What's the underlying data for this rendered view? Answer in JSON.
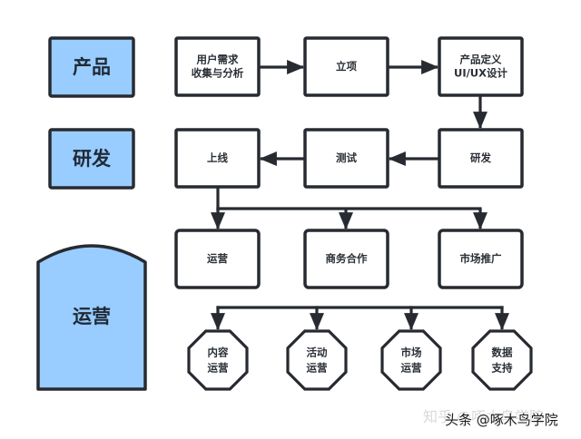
{
  "diagram": {
    "colors": {
      "stroke": "#272b31",
      "lane_fill": "#99ccff",
      "node_fill": "#ffffff",
      "text": "#2a2f36"
    },
    "lanes": [
      {
        "id": "product",
        "label": "产品",
        "shape": "rectangle"
      },
      {
        "id": "rnd",
        "label": "研发",
        "shape": "rectangle"
      },
      {
        "id": "operations",
        "label": "运营",
        "shape": "arch"
      }
    ],
    "nodes": [
      {
        "id": "requirements",
        "lines": [
          "用户需求",
          "收集与分析"
        ],
        "shape": "rectangle",
        "lane": "product"
      },
      {
        "id": "project-approval",
        "lines": [
          "立项"
        ],
        "shape": "rectangle",
        "lane": "product"
      },
      {
        "id": "product-definition",
        "lines": [
          "产品定义",
          "UI/UX设计"
        ],
        "shape": "rectangle",
        "lane": "product"
      },
      {
        "id": "development",
        "lines": [
          "研发"
        ],
        "shape": "rectangle",
        "lane": "rnd"
      },
      {
        "id": "testing",
        "lines": [
          "测试"
        ],
        "shape": "rectangle",
        "lane": "rnd"
      },
      {
        "id": "launch",
        "lines": [
          "上线"
        ],
        "shape": "rectangle",
        "lane": "rnd"
      },
      {
        "id": "operation",
        "lines": [
          "运营"
        ],
        "shape": "rounded-rectangle",
        "lane": "after-launch"
      },
      {
        "id": "business-cooperation",
        "lines": [
          "商务合作"
        ],
        "shape": "rounded-rectangle",
        "lane": "after-launch"
      },
      {
        "id": "marketing-promotion",
        "lines": [
          "市场推广"
        ],
        "shape": "rounded-rectangle",
        "lane": "after-launch"
      },
      {
        "id": "content-operation",
        "lines": [
          "内容",
          "运营"
        ],
        "shape": "octagon",
        "lane": "operations"
      },
      {
        "id": "activity-operation",
        "lines": [
          "活动",
          "运营"
        ],
        "shape": "octagon",
        "lane": "operations"
      },
      {
        "id": "market-operation",
        "lines": [
          "市场",
          "运营"
        ],
        "shape": "octagon",
        "lane": "operations"
      },
      {
        "id": "data-support",
        "lines": [
          "数据",
          "支持"
        ],
        "shape": "octagon",
        "lane": "operations"
      }
    ],
    "edges": [
      {
        "from": "requirements",
        "to": "project-approval"
      },
      {
        "from": "project-approval",
        "to": "product-definition"
      },
      {
        "from": "product-definition",
        "to": "development"
      },
      {
        "from": "development",
        "to": "testing"
      },
      {
        "from": "testing",
        "to": "launch"
      },
      {
        "from": "launch",
        "to": "operation",
        "via": "bus-1"
      },
      {
        "from": "launch",
        "to": "business-cooperation",
        "via": "bus-1"
      },
      {
        "from": "launch",
        "to": "marketing-promotion",
        "via": "bus-1"
      },
      {
        "from": "operation",
        "to": "content-operation",
        "via": "bus-2"
      },
      {
        "from": "operation",
        "to": "activity-operation",
        "via": "bus-2"
      },
      {
        "from": "operation",
        "to": "market-operation",
        "via": "bus-2"
      },
      {
        "from": "operation",
        "to": "data-support",
        "via": "bus-2"
      }
    ]
  },
  "watermark": {
    "faint": "知乎 @啄木鸟学院",
    "main": "头条 @啄木鸟学院"
  }
}
